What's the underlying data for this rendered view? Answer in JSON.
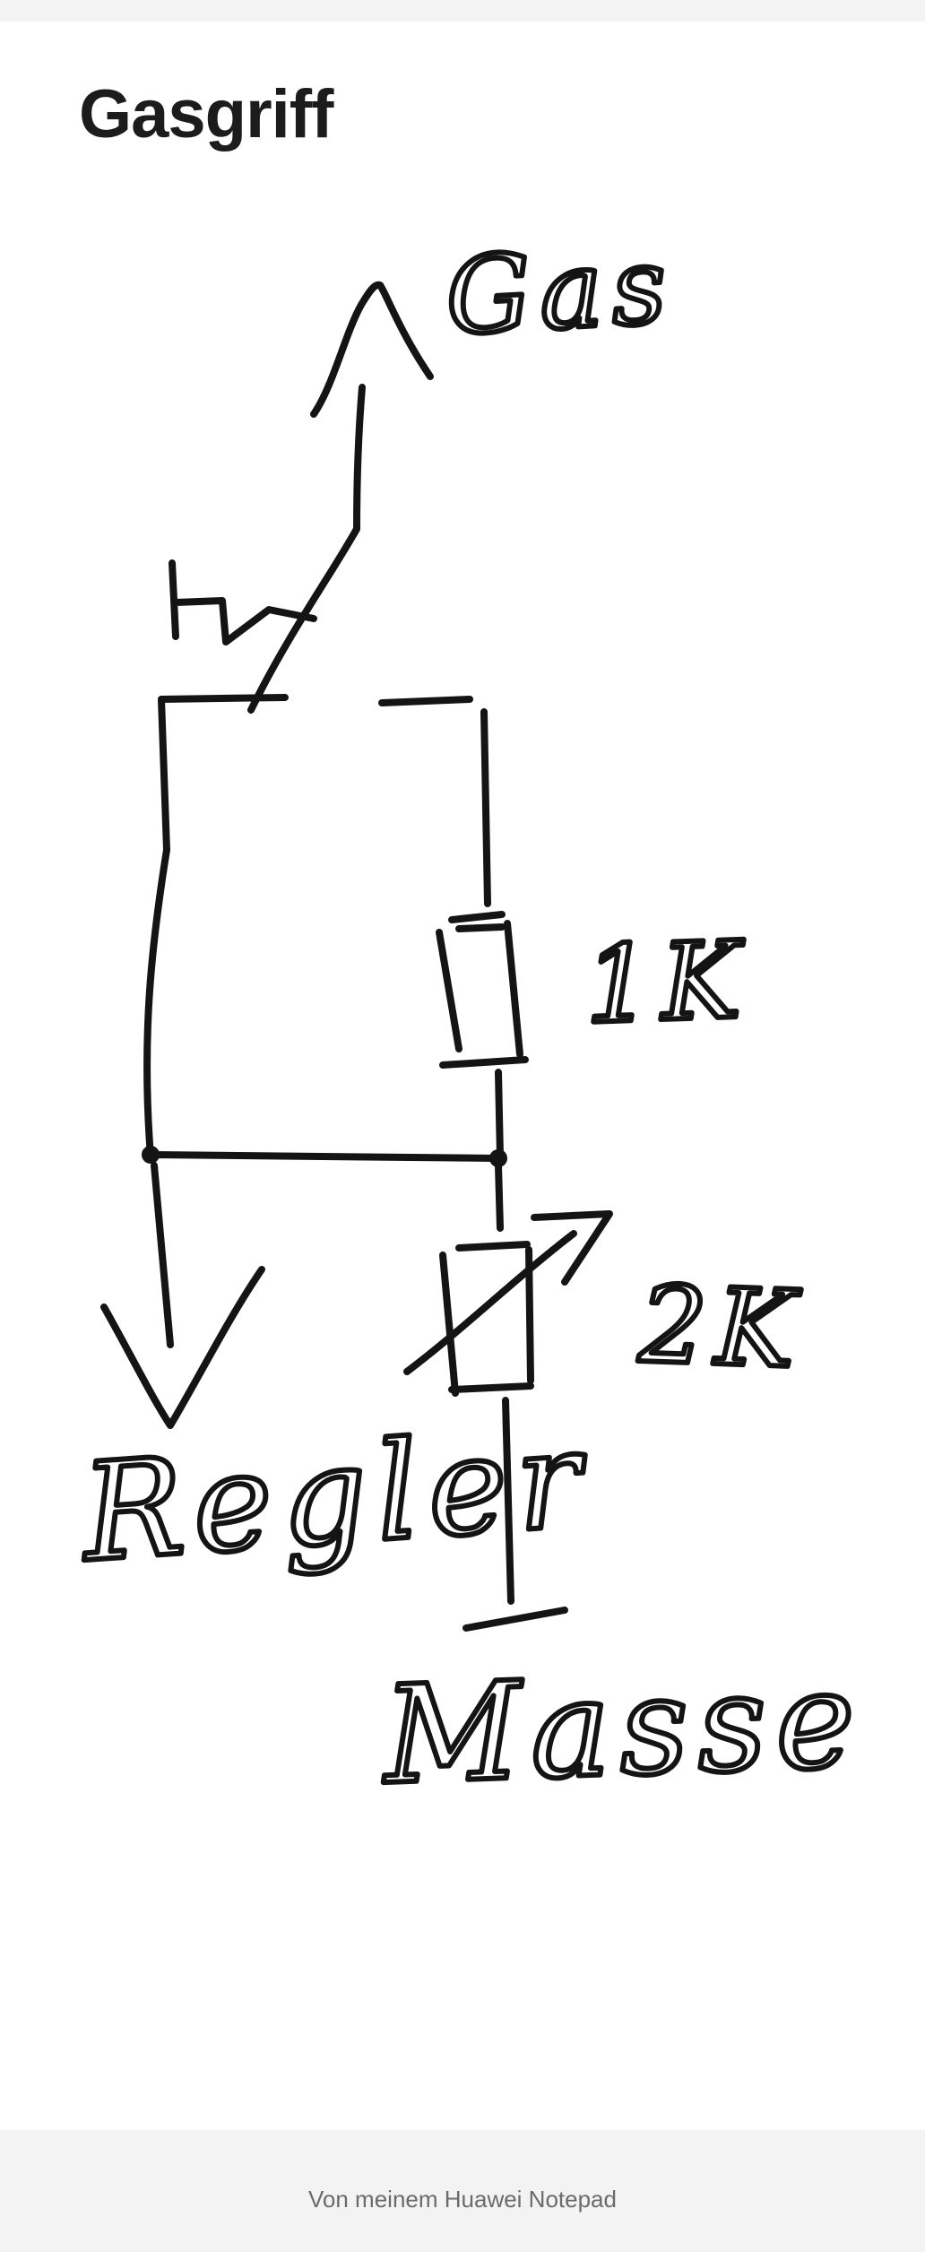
{
  "note": {
    "title": "Gasgriff"
  },
  "sketch": {
    "labels": {
      "gas": "Gas",
      "r1": "1K",
      "r2": "2K",
      "regler": "Regler",
      "masse": "Masse"
    }
  },
  "footer": {
    "text": "Von meinem Huawei Notepad"
  },
  "colors": {
    "page_background": "#f3f3f3",
    "card_background": "#ffffff",
    "ink": "#141414",
    "footer_text": "#6b6b6b"
  }
}
